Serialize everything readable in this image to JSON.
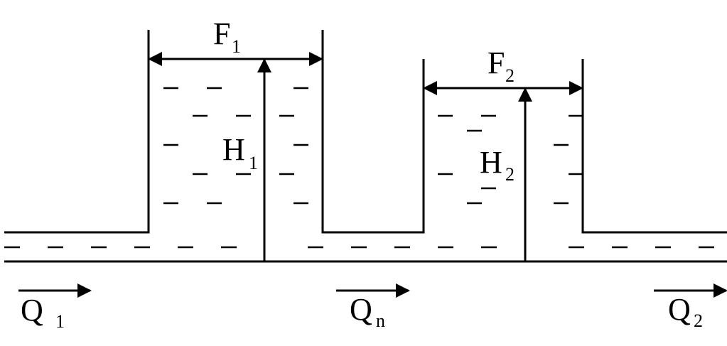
{
  "labels": {
    "F1": {
      "main": "F",
      "sub": "1"
    },
    "F2": {
      "main": "F",
      "sub": "2"
    },
    "H1": {
      "main": "H",
      "sub": "1"
    },
    "H2": {
      "main": "H",
      "sub": "2"
    },
    "Q1": {
      "main": "Q",
      "sub": "1"
    },
    "Qn": {
      "main": "Q",
      "sub": "n"
    },
    "Q2": {
      "main": "Q",
      "sub": "2"
    }
  }
}
